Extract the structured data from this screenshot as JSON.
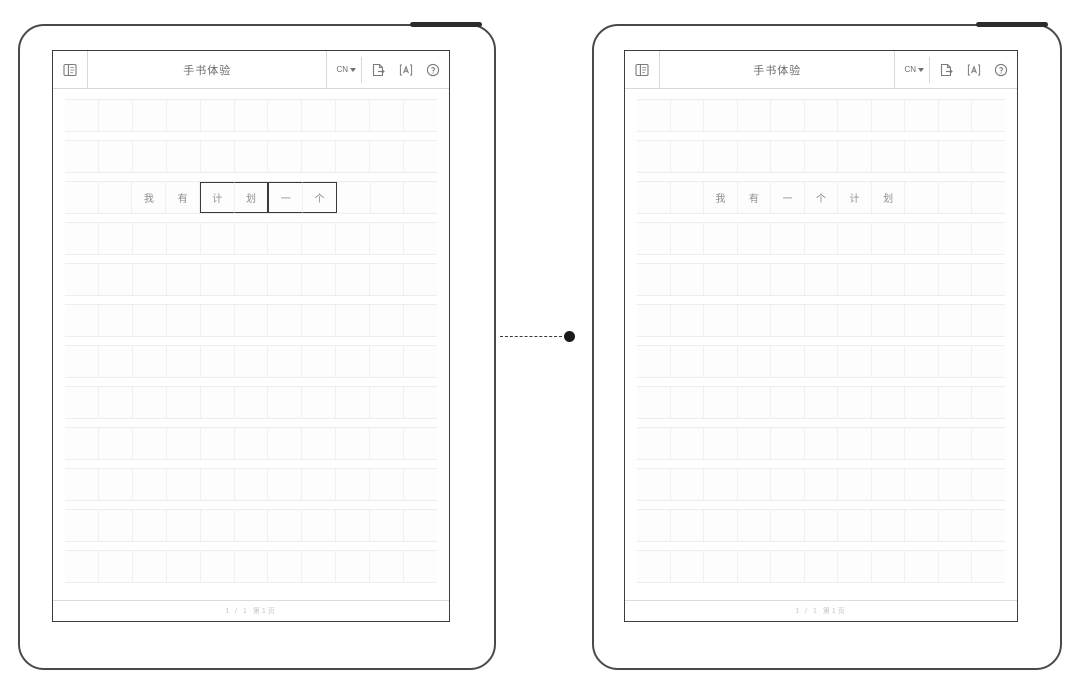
{
  "app": {
    "title": "手书体验",
    "toolbar": {
      "panel_icon": "layout-panel-icon",
      "language_label": "CN",
      "export_icon": "page-export-icon",
      "font_icon": "text-style-icon",
      "help_icon": "help-circle-icon"
    },
    "footer_text": "1 / 1  第1页"
  },
  "devices": [
    {
      "name": "left-device",
      "state_label": "before",
      "text_row_index": 2,
      "characters": [
        "我",
        "有",
        "计",
        "划",
        "一",
        "个"
      ],
      "selections": [
        {
          "start": 2,
          "end": 3
        },
        {
          "start": 4,
          "end": 5
        }
      ],
      "scrollbar": {
        "visible": true
      }
    },
    {
      "name": "right-device",
      "state_label": "after",
      "text_row_index": 2,
      "characters": [
        "我",
        "有",
        "一",
        "个",
        "计",
        "划"
      ],
      "selections": [],
      "scrollbar": {
        "visible": true
      }
    }
  ],
  "grid": {
    "columns": 11,
    "rows": 12,
    "text_row_start_col": 2
  },
  "connector": {
    "style": "dashed-line-with-dot",
    "label": ""
  },
  "colors": {
    "frame": "#4a4a4a",
    "grid_line": "#f0f0f0",
    "selection": "#3a3a3a",
    "text": "#8d8d8d",
    "accent": "#1a1a1a"
  }
}
